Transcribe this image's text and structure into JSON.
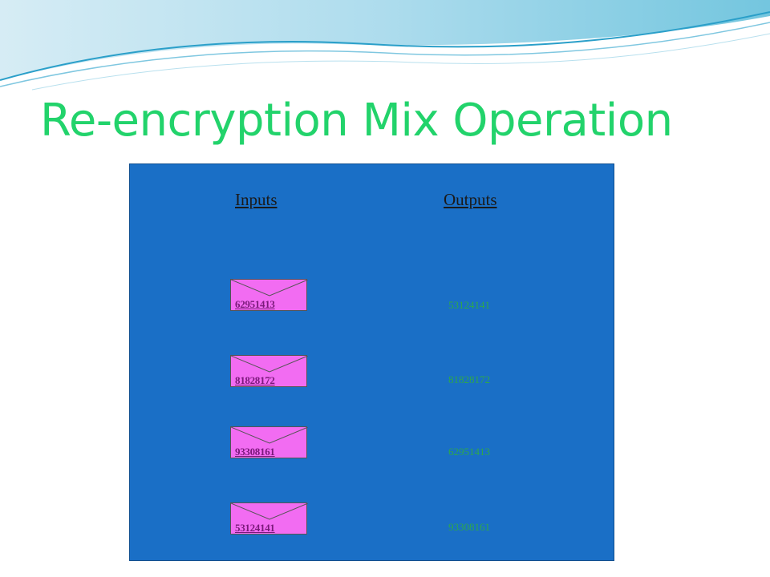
{
  "slide": {
    "title": "Re-encryption Mix Operation"
  },
  "diagram": {
    "inputs_heading": "Inputs",
    "outputs_heading": "Outputs",
    "inputs": [
      "62951413",
      "81828172",
      "93308161",
      "53124141"
    ],
    "outputs": [
      "53124141",
      "81828172",
      "62951413",
      "93308161"
    ]
  },
  "colors": {
    "title": "#22d36b",
    "panel": "#1a6fc6",
    "envelope": "#f26cf2",
    "output_text": "#2ea84a"
  }
}
